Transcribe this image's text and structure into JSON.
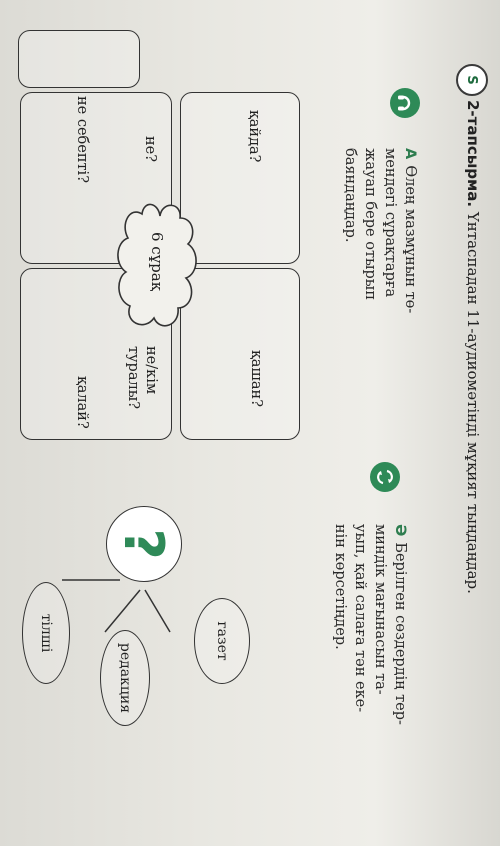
{
  "task": {
    "number_icon": "S",
    "bold": "2-тапсырма.",
    "rest": "Үнтаспадан 11-аудиомәтінді мұқият тыңдаңдар."
  },
  "section_a": {
    "letter": "А",
    "lines": [
      "Өлең мазмұнын тө-",
      "мендегі сұрақтарға",
      "жауап бере отырып",
      "баяндаңдар."
    ]
  },
  "section_b": {
    "letter": "Ә",
    "lines": [
      "Берілген сөздердің тер-",
      "миндік мағынасын та-",
      "уып, қай салаға тән еке-",
      "нін көрсетіңдер."
    ]
  },
  "questions": {
    "kaida": "қайда?",
    "ne": "не?",
    "ne_sebepti": "не себепті?",
    "center": "6 сұрақ",
    "kashan": "қашан?",
    "ne_kim": "не/кім туралы?",
    "kalai": "қалай?"
  },
  "words": {
    "symbol": "?",
    "gazet": "газет",
    "redaktsiya": "редакция",
    "tilshi": "тілші"
  },
  "icons": {
    "headphones": "listening-icon",
    "exchange": "exchange-icon"
  }
}
